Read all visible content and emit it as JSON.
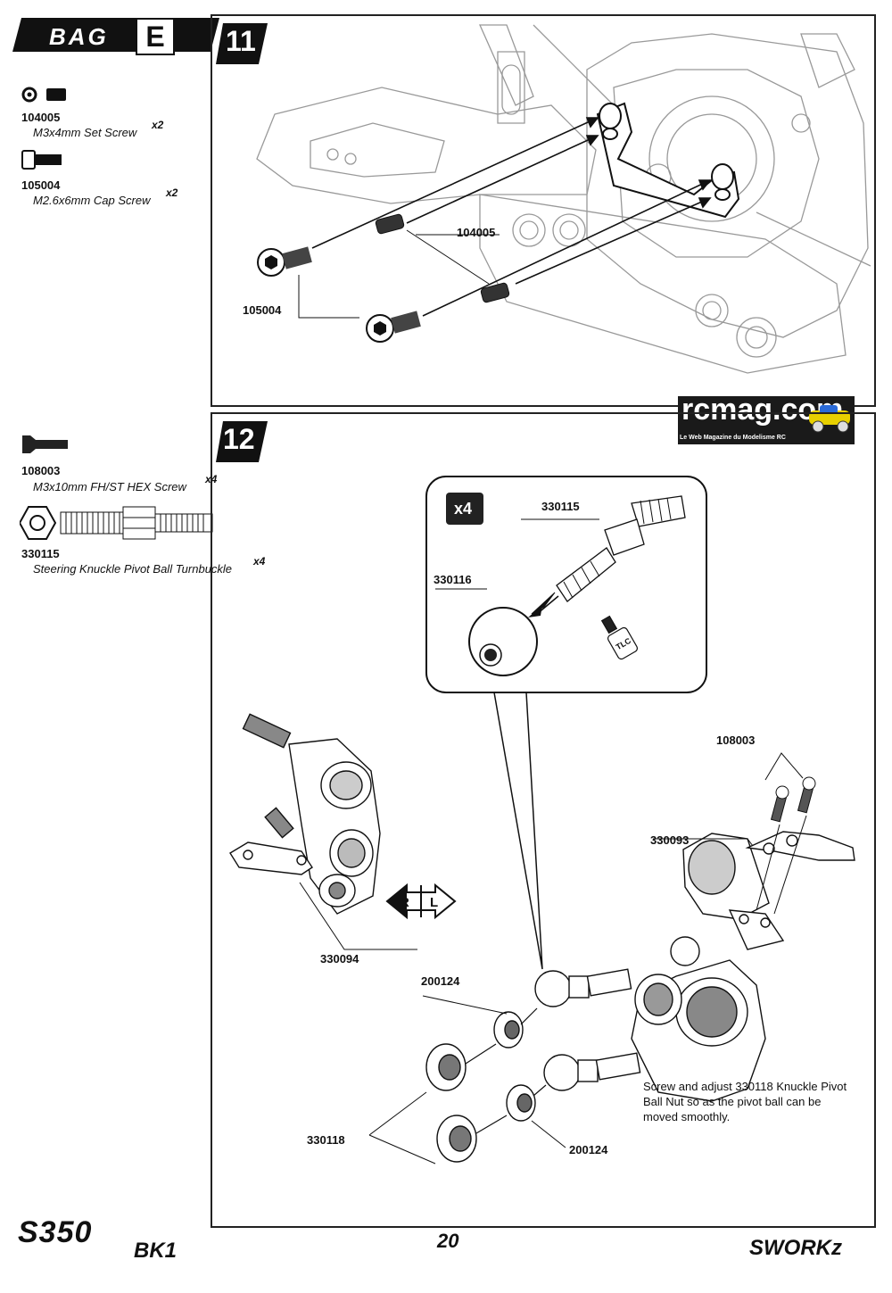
{
  "header": {
    "bag_label": "BAG",
    "bag_letter": "E"
  },
  "step11": {
    "number": "11",
    "parts": [
      {
        "code": "104005",
        "name": "M3x4mm Set Screw",
        "qty": "x2"
      },
      {
        "code": "105004",
        "name": "M2.6x6mm Cap Screw",
        "qty": "x2"
      }
    ],
    "callouts": {
      "set_screw": "104005",
      "cap_screw": "105004"
    }
  },
  "step12": {
    "number": "12",
    "parts": [
      {
        "code": "108003",
        "name": "M3x10mm FH/ST HEX Screw",
        "qty": "x4"
      },
      {
        "code": "330115",
        "name": "Steering Knuckle Pivot Ball Turnbuckle",
        "qty": "x4"
      }
    ],
    "inset": {
      "multiplier": "x4",
      "turnbuckle": "330115",
      "ball": "330116",
      "thread_lock": "TLC"
    },
    "callouts": {
      "fh_screw": "108003",
      "steering_arm": "330093",
      "knuckle": "330094",
      "ball_cup_top": "200124",
      "ball_cup_bottom": "200124",
      "nut": "330118"
    },
    "rl_left": "R",
    "rl_right": "L",
    "note": "Screw and adjust 330118 Knuckle Pivot Ball Nut so as the pivot ball can be moved smoothly."
  },
  "watermark": {
    "name": "rcmag.com",
    "tagline": "Le Web Magazine du Modelisme RC"
  },
  "footer": {
    "model_main": "S350",
    "model_sub": "BK1",
    "page_number": "20",
    "brand": "SWORKz"
  }
}
